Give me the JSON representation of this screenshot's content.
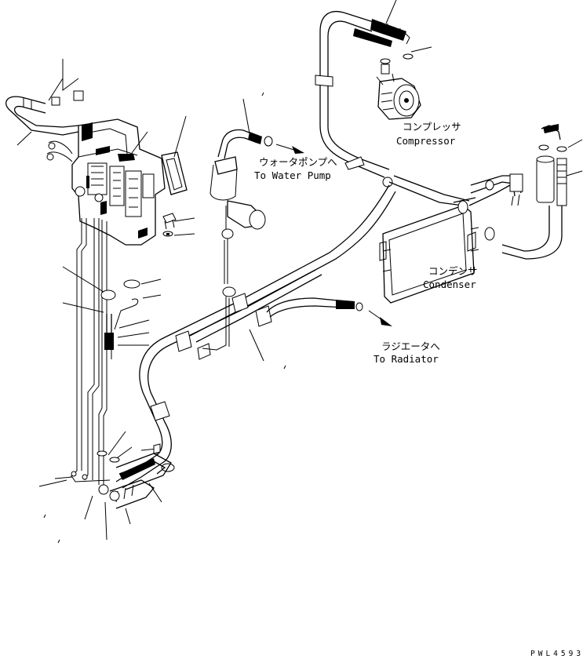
{
  "labels": {
    "water_pump_jp": "ウォータポンプへ",
    "water_pump_en": "To Water Pump",
    "compressor_jp": "コンプレッサ",
    "compressor_en": "Compressor",
    "condenser_jp": "コンデンサ",
    "condenser_en": "Condenser",
    "radiator_jp": "ラジエータへ",
    "radiator_en": "To Radiator",
    "drawing_code": "PWL4593"
  }
}
